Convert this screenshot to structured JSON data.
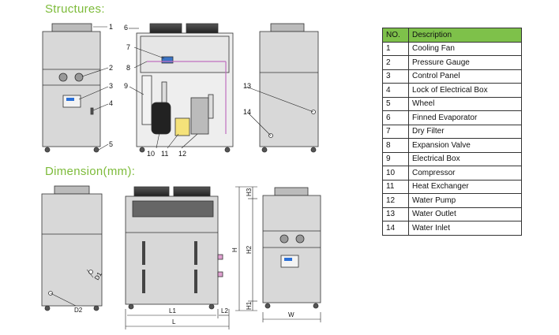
{
  "headings": {
    "structures": "Structures:",
    "dimension": "Dimension(mm):"
  },
  "table": {
    "col_no": "NO.",
    "col_desc": "Description",
    "rows": [
      {
        "no": "1",
        "desc": "Cooling Fan"
      },
      {
        "no": "2",
        "desc": "Pressure Gauge"
      },
      {
        "no": "3",
        "desc": "Control Panel"
      },
      {
        "no": "4",
        "desc": "Lock of Electrical Box"
      },
      {
        "no": "5",
        "desc": "Wheel"
      },
      {
        "no": "6",
        "desc": "Finned Evaporator"
      },
      {
        "no": "7",
        "desc": "Dry Filter"
      },
      {
        "no": "8",
        "desc": "Expansion Valve"
      },
      {
        "no": "9",
        "desc": "Electrical Box"
      },
      {
        "no": "10",
        "desc": "Compressor"
      },
      {
        "no": "11",
        "desc": "Heat Exchanger"
      },
      {
        "no": "12",
        "desc": "Water Pump"
      },
      {
        "no": "13",
        "desc": "Water Outlet"
      },
      {
        "no": "14",
        "desc": "Water Inlet"
      }
    ]
  },
  "callouts": {
    "c1": "1",
    "c2": "2",
    "c3": "3",
    "c4": "4",
    "c5": "5",
    "c6": "6",
    "c7": "7",
    "c8": "8",
    "c9": "9",
    "c10": "10",
    "c11": "11",
    "c12": "12",
    "c13": "13",
    "c14": "14"
  },
  "dims": {
    "d1": "D1",
    "d2": "D2",
    "l1": "L1",
    "l2": "L2",
    "l": "L",
    "h": "H",
    "h1": "H1",
    "h2": "H2",
    "h3": "H3",
    "w": "W"
  },
  "colors": {
    "accent": "#7dbb3a",
    "header_bg": "#7ec14a",
    "cabinet": "#d8d8d8"
  }
}
